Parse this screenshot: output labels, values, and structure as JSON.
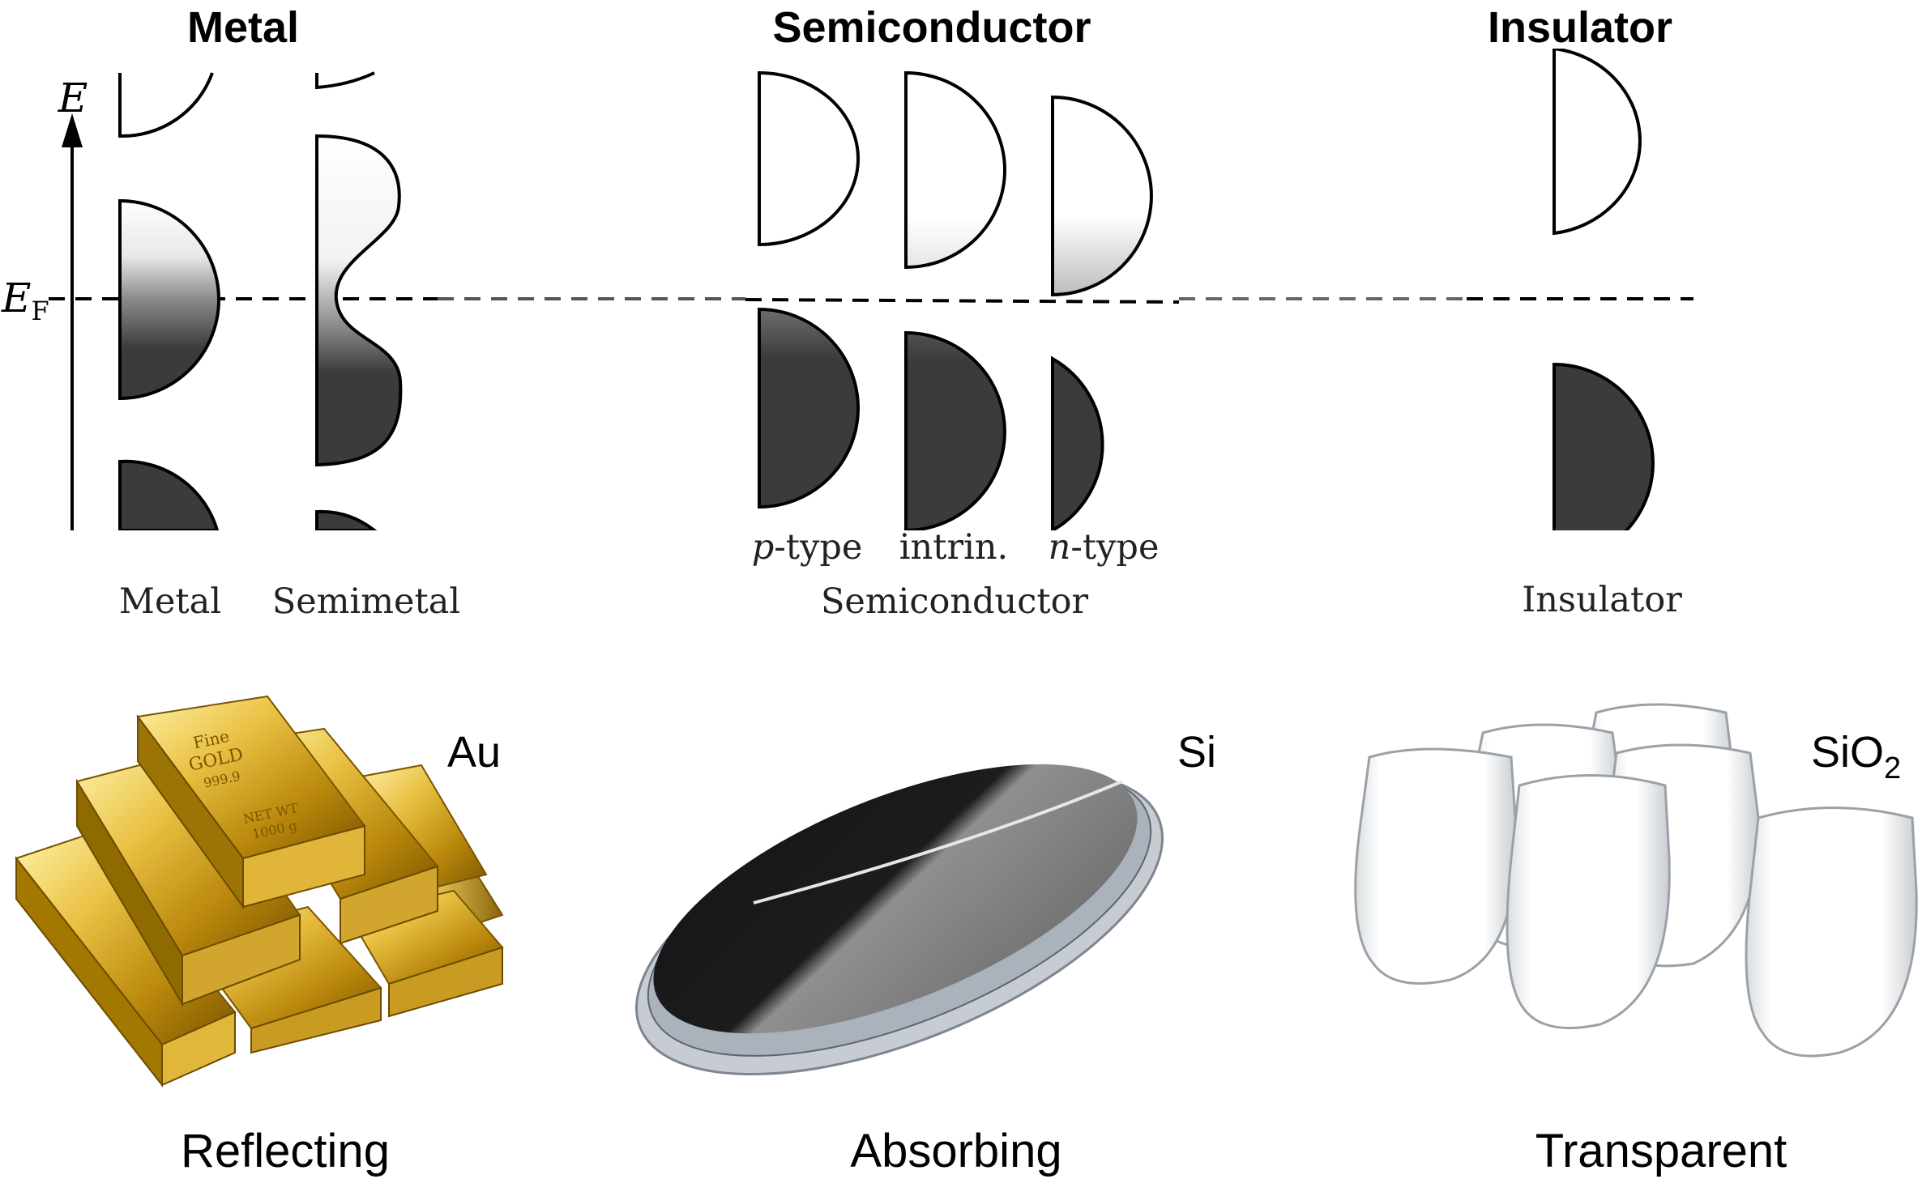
{
  "headings": {
    "metal": "Metal",
    "semiconductor": "Semiconductor",
    "insulator": "Insulator"
  },
  "axis": {
    "energy_label": "E",
    "fermi_label_main": "E",
    "fermi_label_sub": "F"
  },
  "band_captions": {
    "metal": "Metal",
    "semimetal": "Semimetal",
    "p_type_italic": "p",
    "p_type_rest": "-type",
    "intrinsic": "intrin.",
    "n_type_italic": "n",
    "n_type_rest": "-type",
    "semiconductor": "Semiconductor",
    "insulator": "Insulator"
  },
  "materials": {
    "gold": "Au",
    "silicon": "Si",
    "silica_main": "SiO",
    "silica_sub": "2"
  },
  "gold_bar_text": {
    "line1": "Fine",
    "line2": "GOLD",
    "line3": "999.9",
    "line4": "NET WT",
    "line5": "1000 g"
  },
  "properties": {
    "metal": "Reflecting",
    "semiconductor": "Absorbing",
    "insulator": "Transparent"
  },
  "colors": {
    "filled_band": "#3b3b3b",
    "empty_band": "#ffffff",
    "gold": "#d4a017",
    "text": "#000000"
  }
}
